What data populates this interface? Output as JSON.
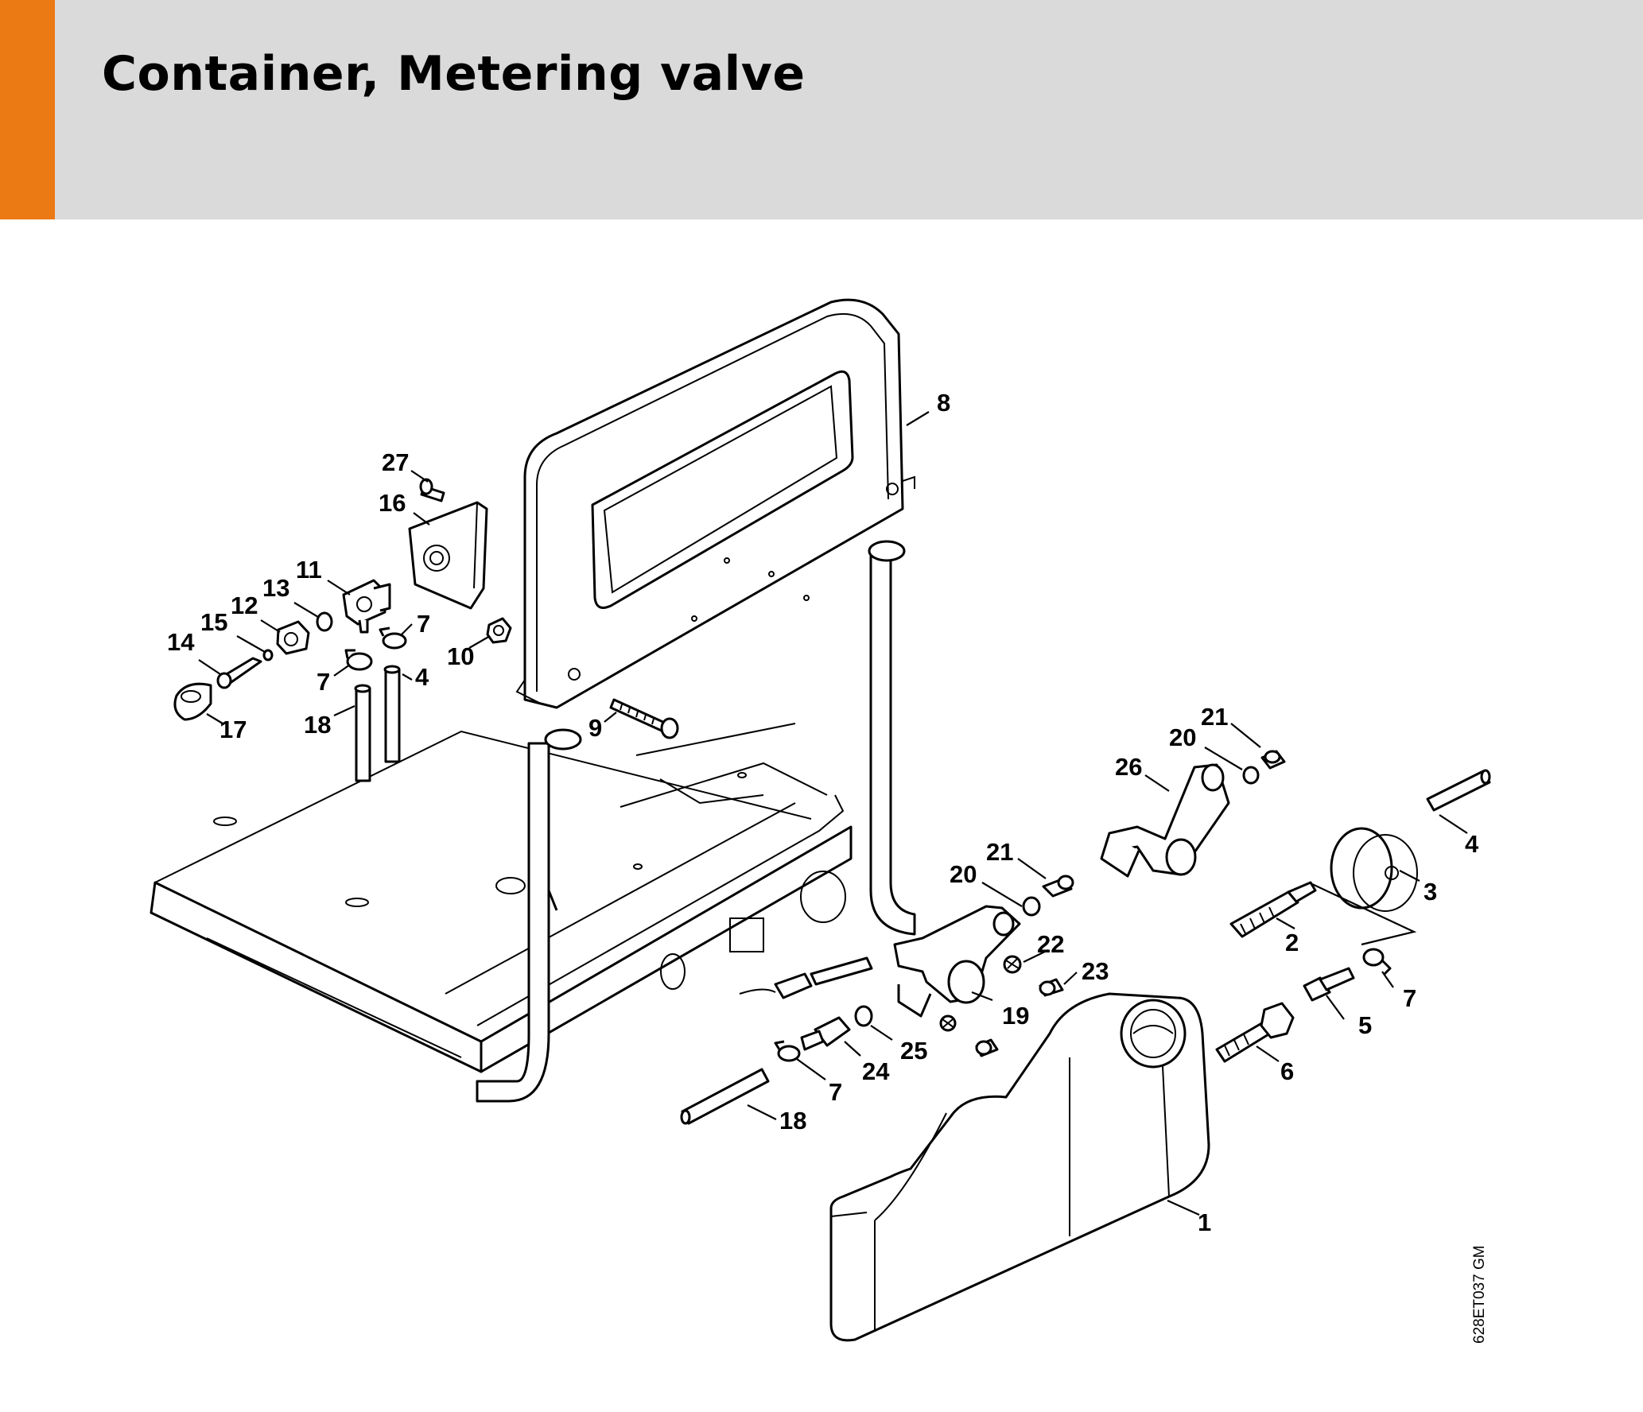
{
  "header": {
    "title": "Container, Metering valve",
    "accent_color": "#ec7a14",
    "background_color": "#d9dad9"
  },
  "diagram": {
    "reference_code": "628ET037 GM",
    "callouts": [
      "8",
      "27",
      "16",
      "11",
      "13",
      "12",
      "15",
      "14",
      "7",
      "7",
      "10",
      "4",
      "18",
      "17",
      "9",
      "21",
      "20",
      "26",
      "4",
      "3",
      "21",
      "20",
      "22",
      "23",
      "2",
      "7",
      "19",
      "25",
      "24",
      "7",
      "5",
      "6",
      "18",
      "1"
    ]
  }
}
